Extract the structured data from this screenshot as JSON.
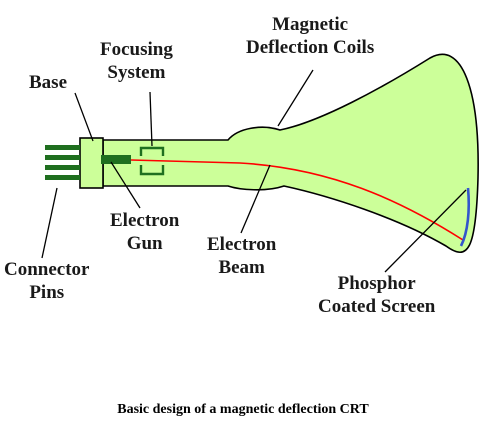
{
  "colors": {
    "tube_fill": "#ccff99",
    "outline": "#000000",
    "beam": "#ff0000",
    "screen": "#3355cc",
    "pins": "#1f6f1f",
    "gun": "#1f6f1f",
    "label_text": "#1a1a1a"
  },
  "labels": {
    "base": "Base",
    "focusing_line1": "Focusing",
    "focusing_line2": "System",
    "coils_line1": "Magnetic",
    "coils_line2": "Deflection Coils",
    "gun_line1": "Electron",
    "gun_line2": "Gun",
    "beam_line1": "Electron",
    "beam_line2": "Beam",
    "pins_line1": "Connector",
    "pins_line2": "Pins",
    "screen_line1": "Phosphor",
    "screen_line2": "Coated Screen"
  },
  "caption": "Basic design of a magnetic deflection CRT"
}
